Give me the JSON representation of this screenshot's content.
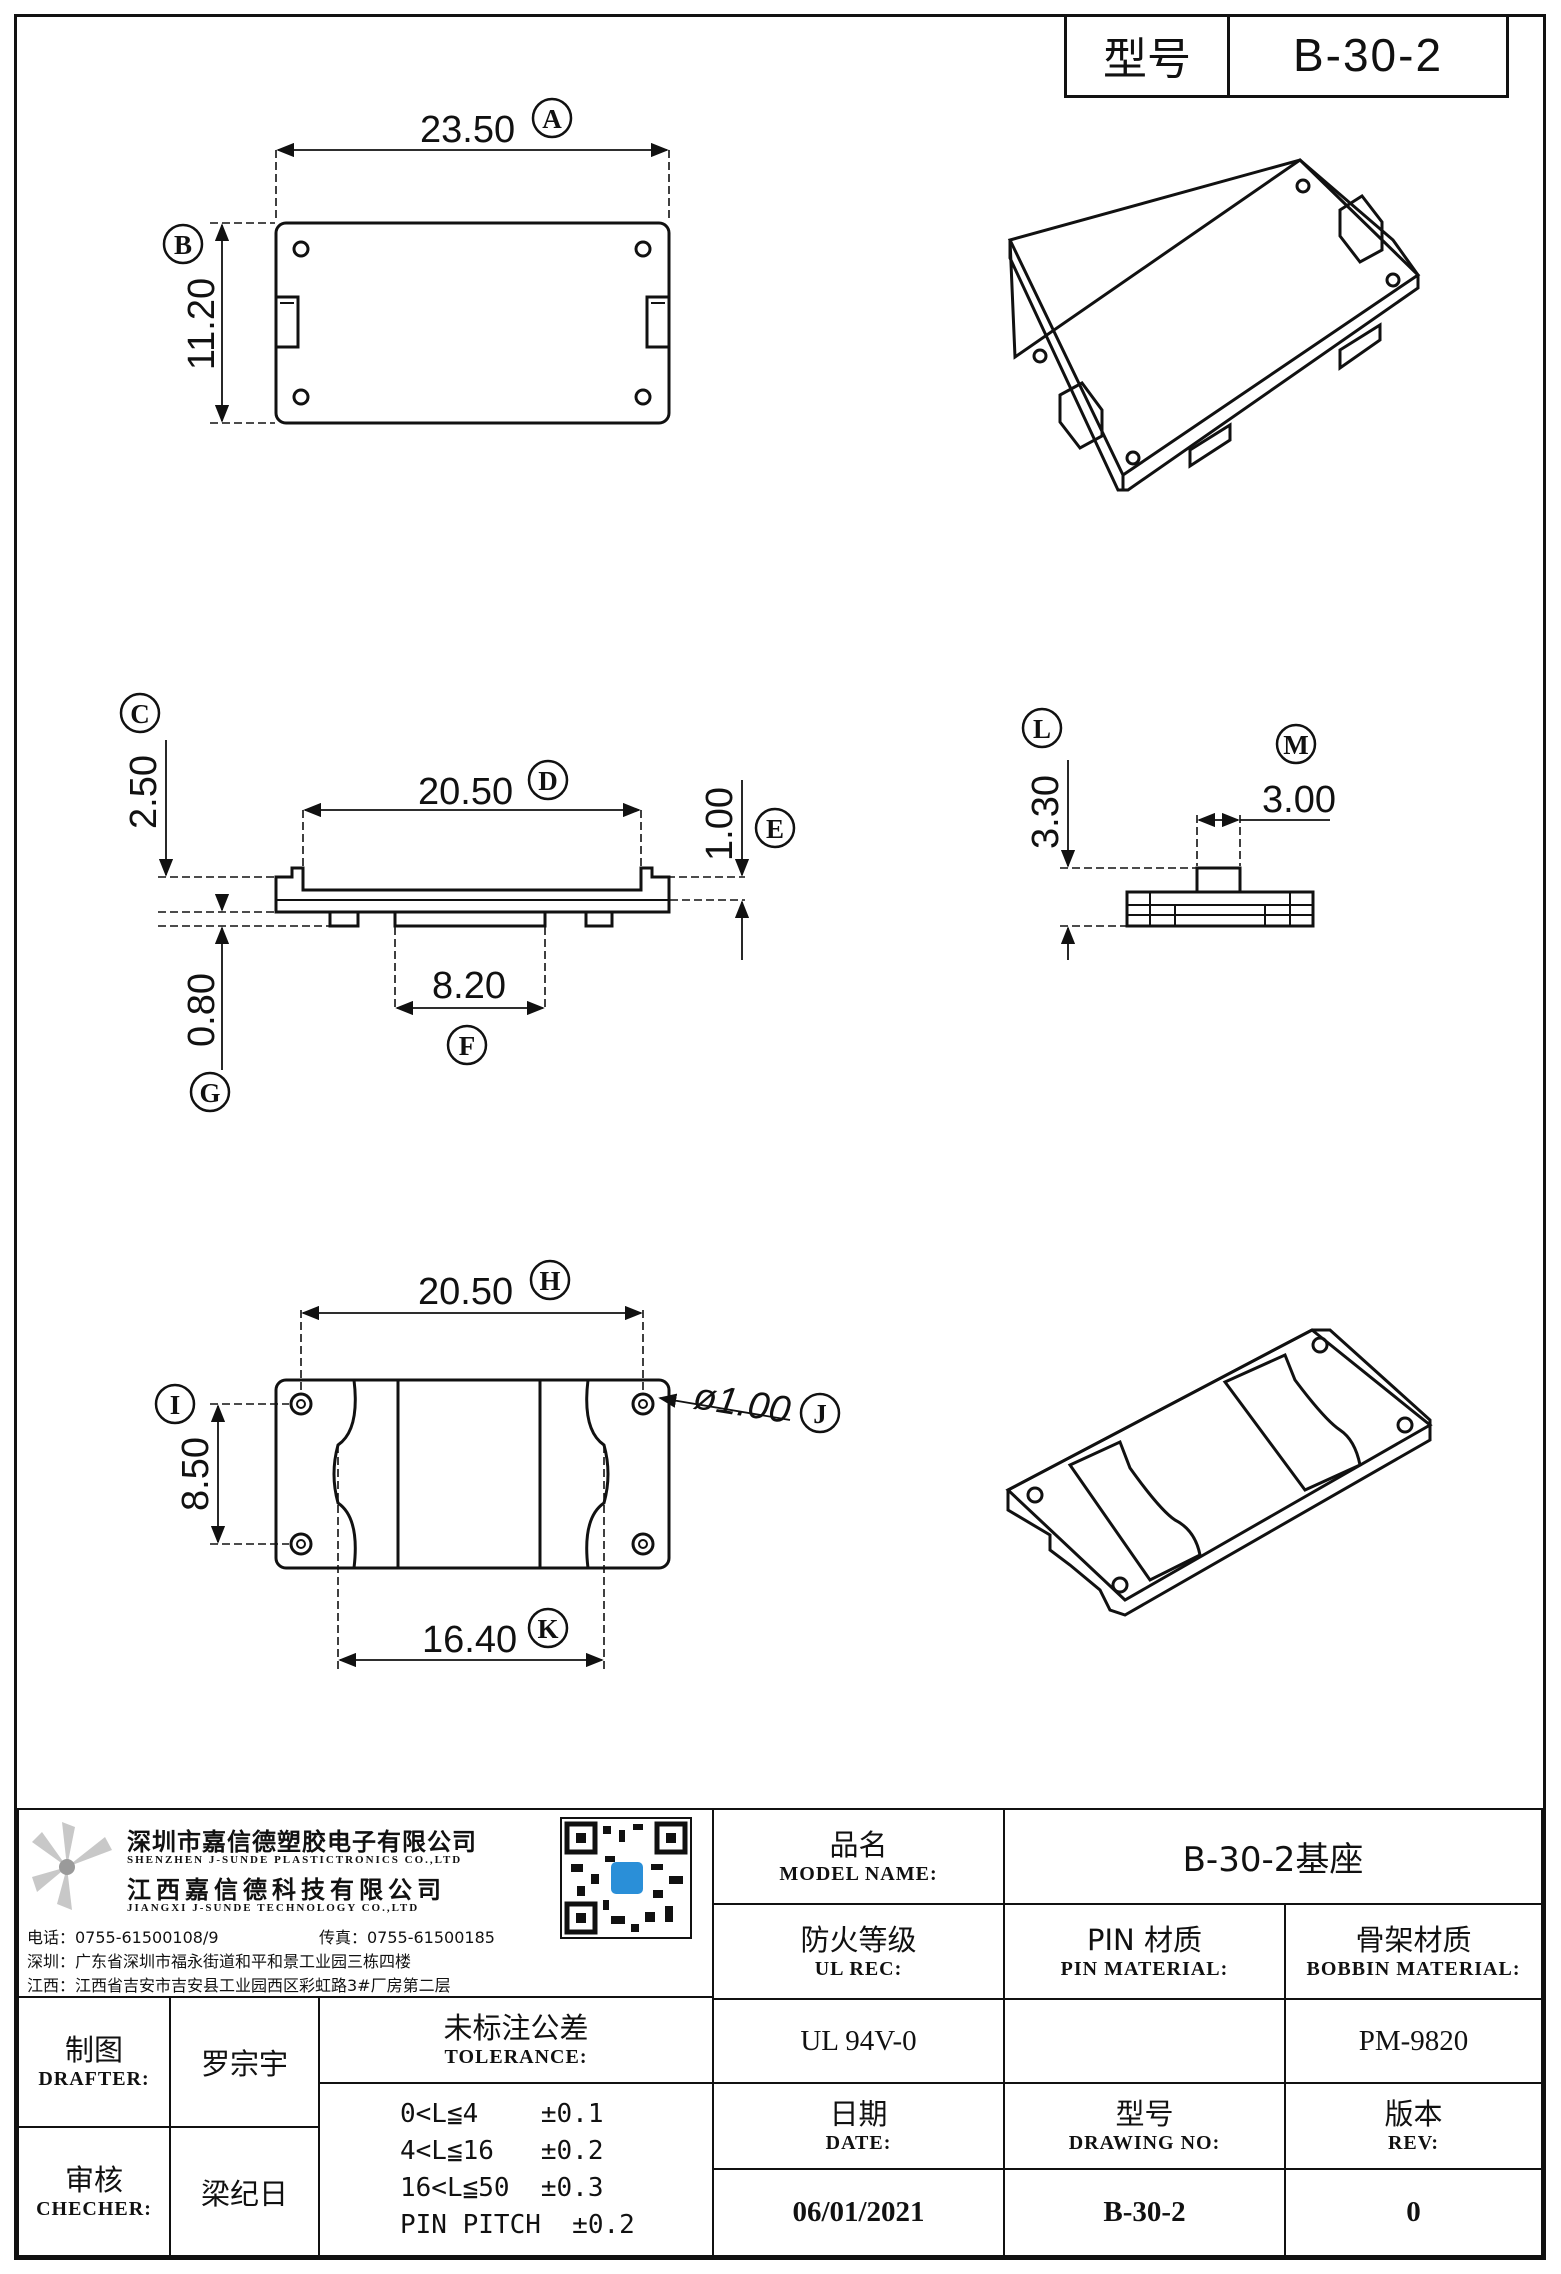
{
  "header": {
    "model_key": "型号",
    "model_value": "B-30-2"
  },
  "dimensions": {
    "A": "23.50",
    "B": "11.20",
    "C": "2.50",
    "D": "20.50",
    "E": "1.00",
    "F": "8.20",
    "G": "0.80",
    "H": "20.50",
    "I": "8.50",
    "J": "ø1.00",
    "K": "16.40",
    "L": "3.30",
    "M": "3.00"
  },
  "labels": {
    "A": "A",
    "B": "B",
    "C": "C",
    "D": "D",
    "E": "E",
    "F": "F",
    "G": "G",
    "H": "H",
    "I": "I",
    "J": "J",
    "K": "K",
    "L": "L",
    "M": "M"
  },
  "company": {
    "name_cn_1": "深圳市嘉信德塑胶电子有限公司",
    "name_en_1": "SHENZHEN J-SUNDE PLASTICTRONICS CO.,LTD",
    "name_cn_2": "江西嘉信德科技有限公司",
    "name_en_2": "JIANGXI J-SUNDE TECHNOLOGY CO.,LTD",
    "phone": "电话：0755-61500108/9",
    "fax": "传真：0755-61500185",
    "addr_sz": "深圳：广东省深圳市福永街道和平和景工业园三栋四楼",
    "addr_jx": "江西：江西省吉安市吉安县工业园西区彩虹路3#厂房第二层"
  },
  "titleblock": {
    "model_name_cn": "品名",
    "model_name_en": "MODEL NAME:",
    "model_name_value": "B-30-2基座",
    "ul_cn": "防火等级",
    "ul_en": "UL REC:",
    "ul_value": "UL 94V-0",
    "pin_cn": "PIN 材质",
    "pin_en": "PIN MATERIAL:",
    "pin_value": "",
    "bobbin_cn": "骨架材质",
    "bobbin_en": "BOBBIN MATERIAL:",
    "bobbin_value": "PM-9820",
    "drafter_cn": "制图",
    "drafter_en": "DRAFTER:",
    "drafter_value": "罗宗宇",
    "checker_cn": "审核",
    "checker_en": "CHECHER:",
    "checker_value": "梁纪日",
    "tol_cn": "未标注公差",
    "tol_en": "TOLERANCE:",
    "tol_rows": [
      "0<L≦4    ±0.1",
      "4<L≦16   ±0.2",
      "16<L≦50  ±0.3",
      "PIN PITCH  ±0.2"
    ],
    "date_cn": "日期",
    "date_en": "DATE:",
    "date_value": "06/01/2021",
    "drawing_cn": "型号",
    "drawing_en": "DRAWING NO:",
    "drawing_value": "B-30-2",
    "rev_cn": "版本",
    "rev_en": "REV:",
    "rev_value": "0"
  }
}
